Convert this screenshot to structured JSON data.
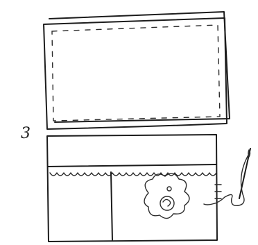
{
  "step": {
    "number": "3"
  },
  "diagram": {
    "ink_color": "#1c1c1c",
    "background": "#ffffff",
    "panels": [
      "folded-fabric-with-stitch-lines",
      "pocket-assembly-with-scalloped-trim-and-flower-embroidery"
    ],
    "tools": [
      "sewing-needle-with-thread"
    ]
  }
}
